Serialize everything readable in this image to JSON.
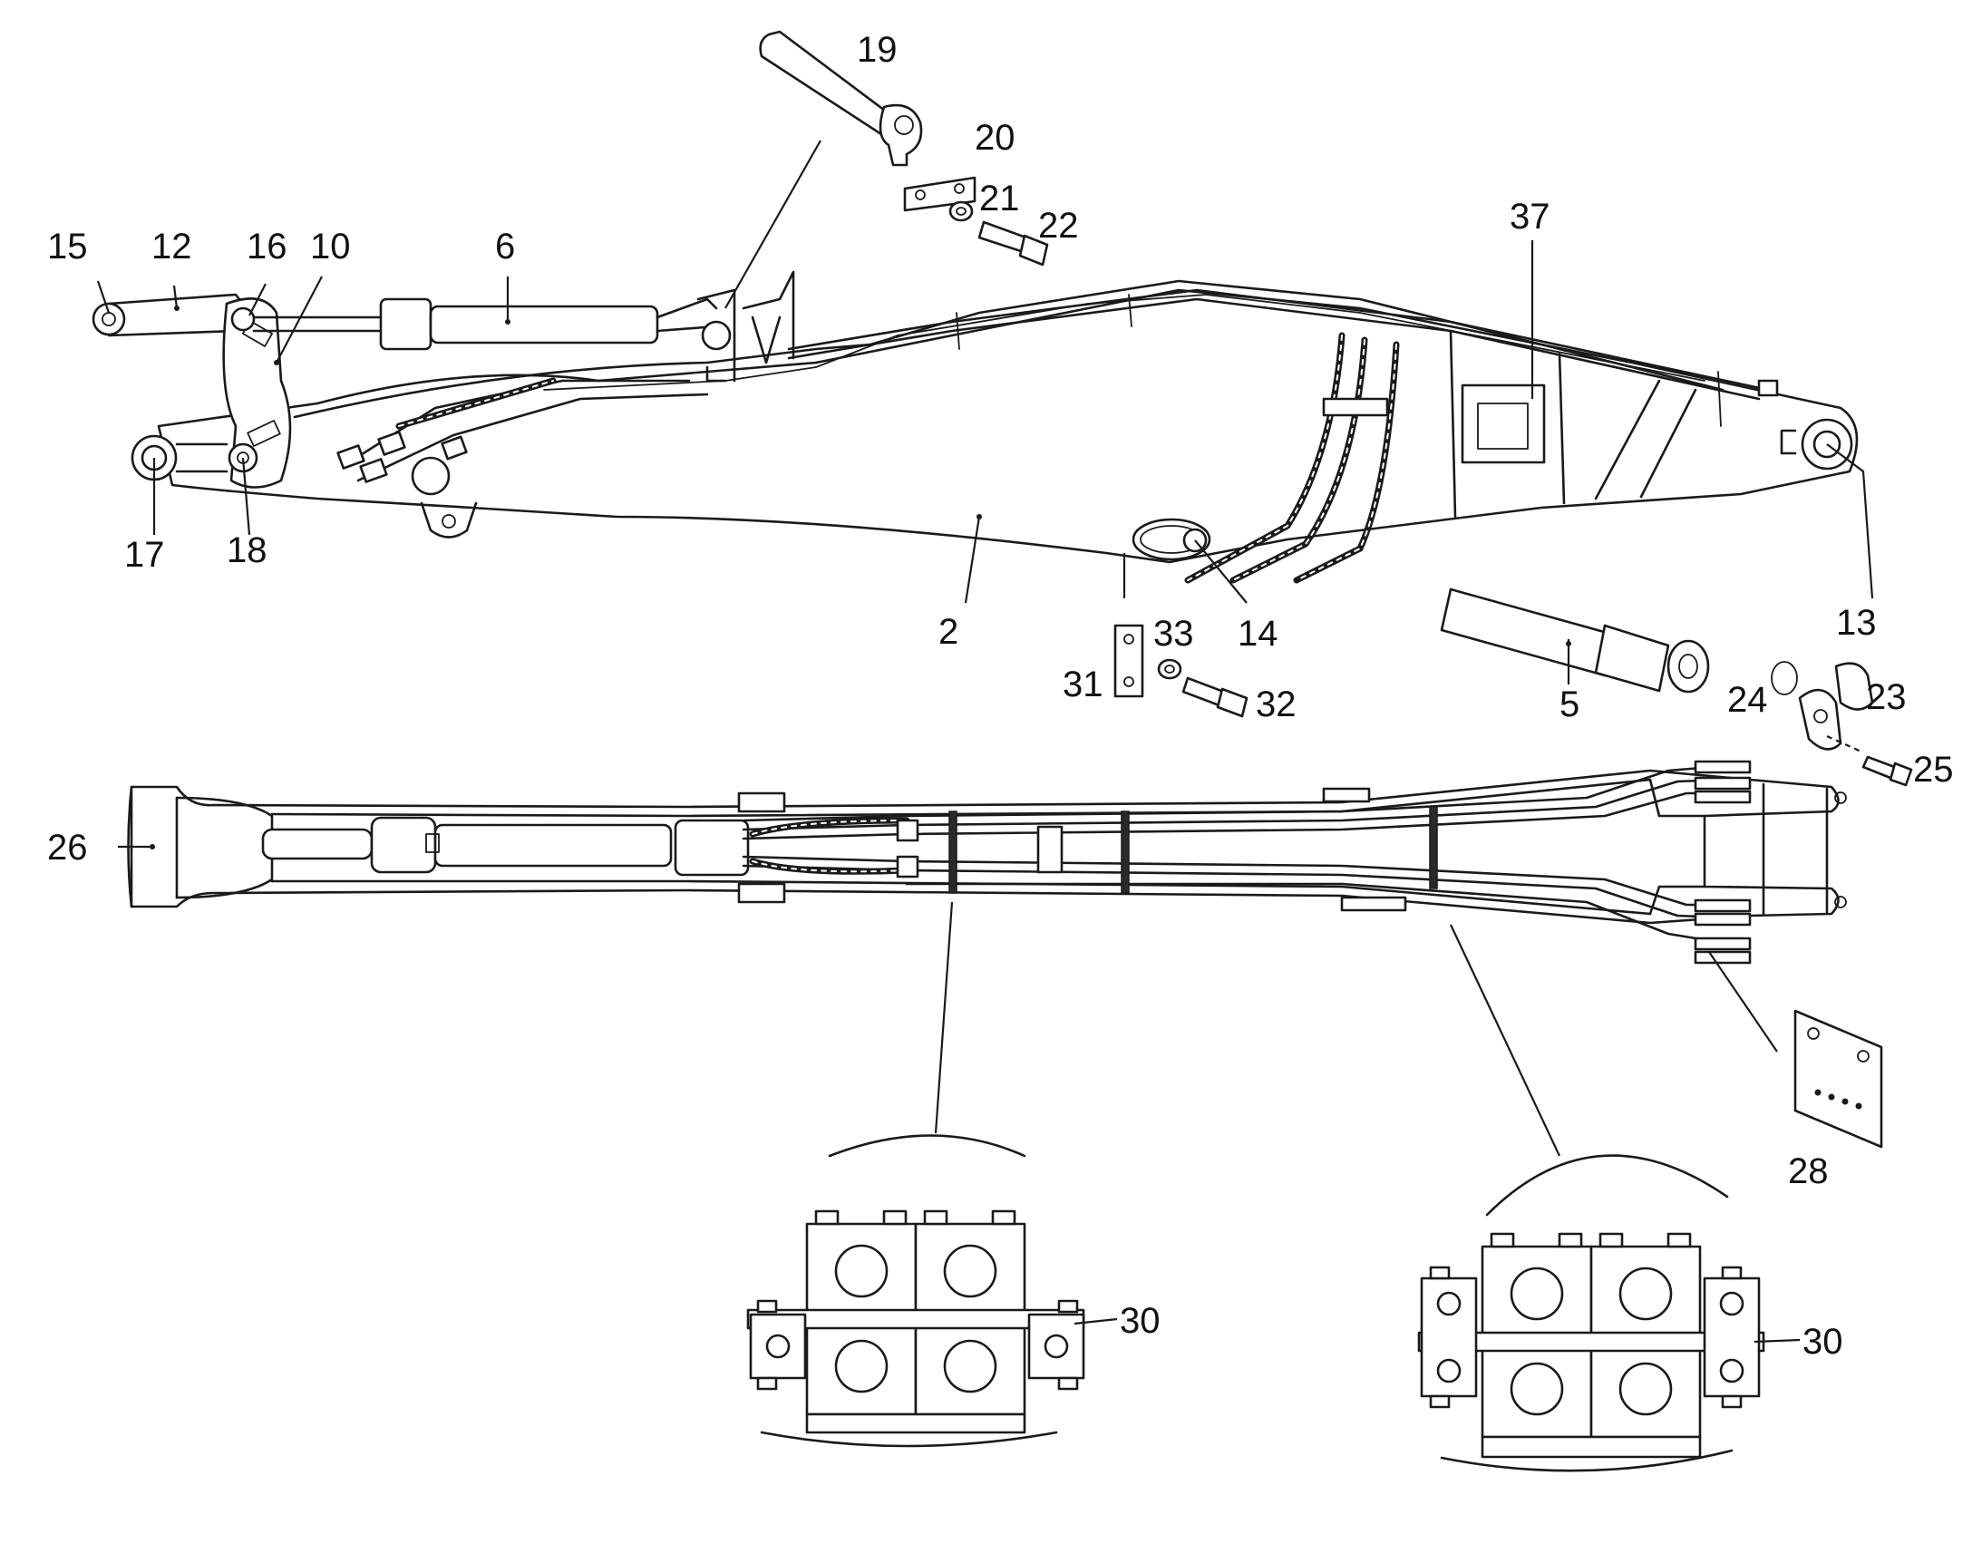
{
  "part_numbers": {
    "p2": "2",
    "p5": "5",
    "p6": "6",
    "p10": "10",
    "p12": "12",
    "p13": "13",
    "p14": "14",
    "p15": "15",
    "p16": "16",
    "p17": "17",
    "p18": "18",
    "p19": "19",
    "p20": "20",
    "p21": "21",
    "p22": "22",
    "p23": "23",
    "p24": "24",
    "p25": "25",
    "p26": "26",
    "p28": "28",
    "p30a": "30",
    "p30b": "30",
    "p31": "31",
    "p32": "32",
    "p33": "33",
    "p37": "37"
  },
  "colors": {
    "ink": "#1a1a1a",
    "paper": "#ffffff"
  }
}
